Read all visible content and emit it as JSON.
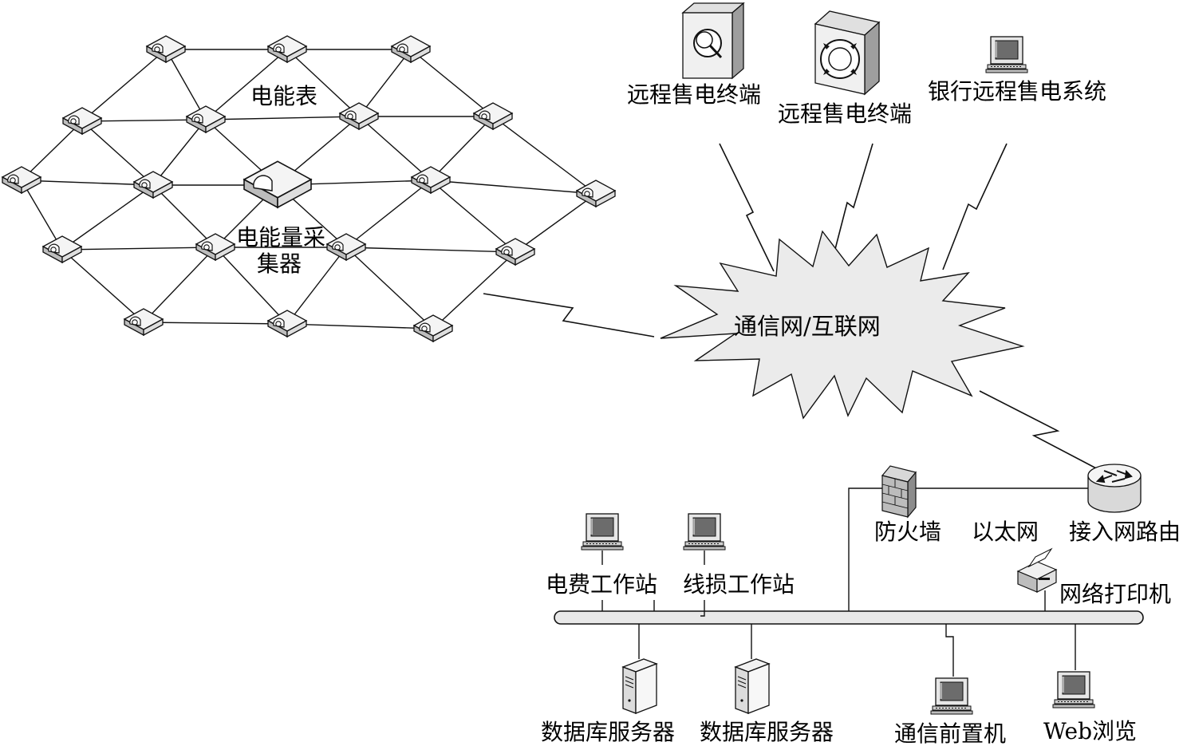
{
  "mesh": {
    "meter_label": "电能表",
    "collector_label_line1": "电能量采",
    "collector_label_line2": "集器"
  },
  "terminals": [
    {
      "label": "远程售电终端"
    },
    {
      "label": "远程售电终端"
    },
    {
      "label": "银行远程售电系统"
    }
  ],
  "cloud": {
    "label": "通信网/互联网"
  },
  "lan": {
    "firewall": "防火墙",
    "ethernet": "以太网",
    "router": "接入网路由",
    "printer": "网络打印机",
    "billing_ws": "电费工作站",
    "lineloss_ws": "线损工作站",
    "db_server_1": "数据库服务器",
    "db_server_2": "数据库服务器",
    "comm_frontend": "通信前置机",
    "web": "Web浏览"
  },
  "colors": {
    "line": "#111111",
    "device_fill": "#ececec",
    "device_dark": "#9a9a9a",
    "screen": "#6a6a6a"
  }
}
